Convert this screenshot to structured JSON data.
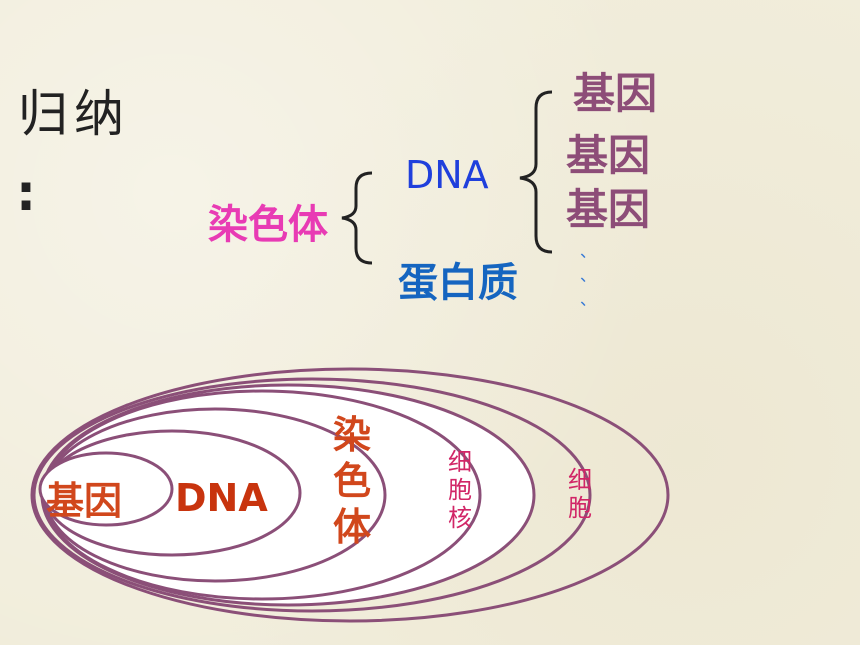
{
  "summary": {
    "title": "归纳",
    "colon": ":"
  },
  "hierarchy": {
    "chromosome": "染色体",
    "dna": "DNA",
    "protein": "蛋白质",
    "genes": [
      "基因",
      "基因",
      "基因"
    ],
    "ellipsis": [
      "、",
      "、",
      "、"
    ]
  },
  "nesting": {
    "gene": "基因",
    "dna": "DNA",
    "chromosome": "染\n色\n体",
    "nucleus": "细\n胞\n核",
    "cell": "细\n胞"
  },
  "colors": {
    "background": "#f1eddb",
    "ellipse_stroke": "#8b4f78",
    "chromosome_label": "#e83bb4",
    "dna_label": "#1f3fdc",
    "protein_label": "#1565c0",
    "gene_label": "#8d4d78",
    "nest_label": "#d1471c",
    "nucleus_label": "#d12667"
  }
}
